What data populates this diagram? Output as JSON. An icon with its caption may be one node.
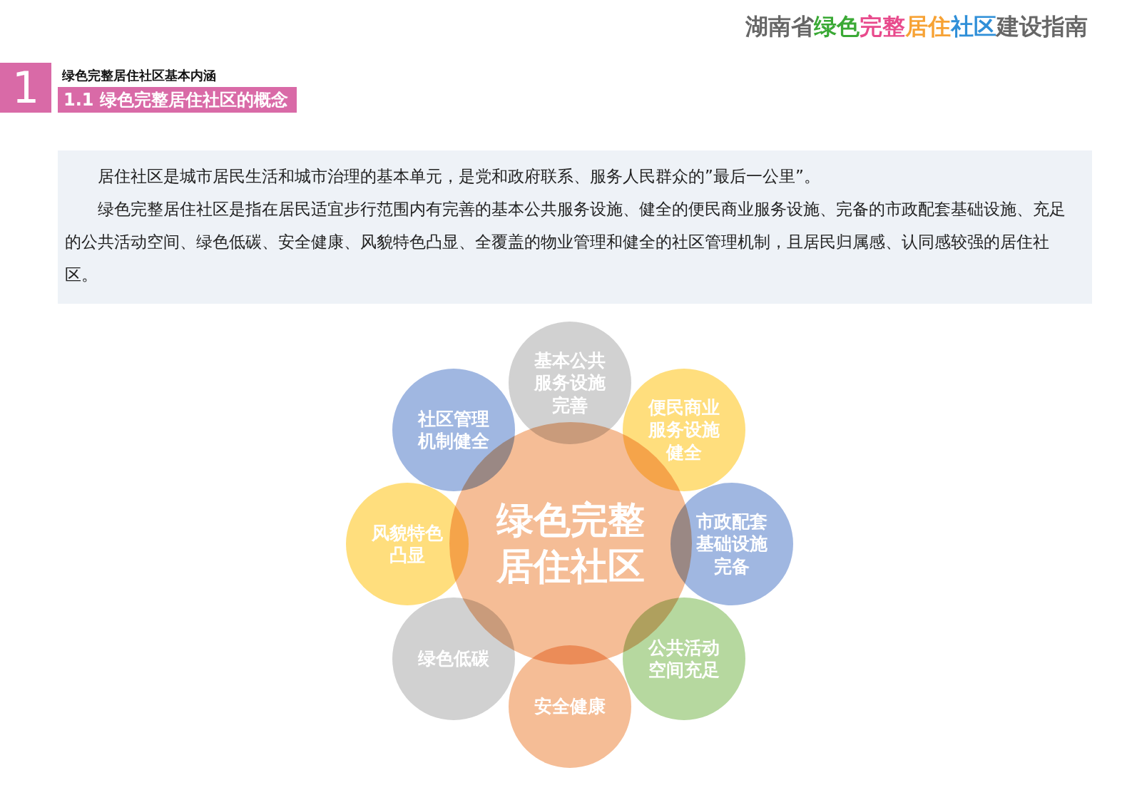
{
  "diagram": {
    "title": "湖南省绿色完整居住社区建设指南",
    "nodes": [
      {
        "text": [
          "绿色完整居住社区"
        ]
      },
      {
        "text": [
          "基本公共服务设施完善"
        ]
      },
      {
        "text": [
          "便民商业服务设施健全"
        ]
      },
      {
        "text": [
          "市政配套基础设施完备"
        ]
      },
      {
        "text": [
          "公共活动空间充足"
        ]
      },
      {
        "text": [
          "安全健康"
        ]
      },
      {
        "text": [
          "绿色低碳"
        ]
      },
      {
        "text": [
          "风貌特色凸显"
        ]
      },
      {
        "text": [
          "社区管理机制健全"
        ]
      }
    ],
    "labels": [
      "1",
      "绿色完整居住社区基本内涵",
      "1.1 绿色完整居住社区的概念",
      "居住社区是城市居民生活和城市治理的基本单元，是党和政府联系、服务人民群众的”最后一公里”。",
      "绿色完整居住社区是指在居民适宜步行范围内有完善的基本公共服务设施、健全的便民商业服务设施、完备的市政配套基础设施、充足的公共活动空间、绿色低碳、安全健康、风貌特色凸显、全覆盖的物业管理和健全的社区管理机制，且居民归属感、认同感较强的居住社区。"
    ]
  }
}
